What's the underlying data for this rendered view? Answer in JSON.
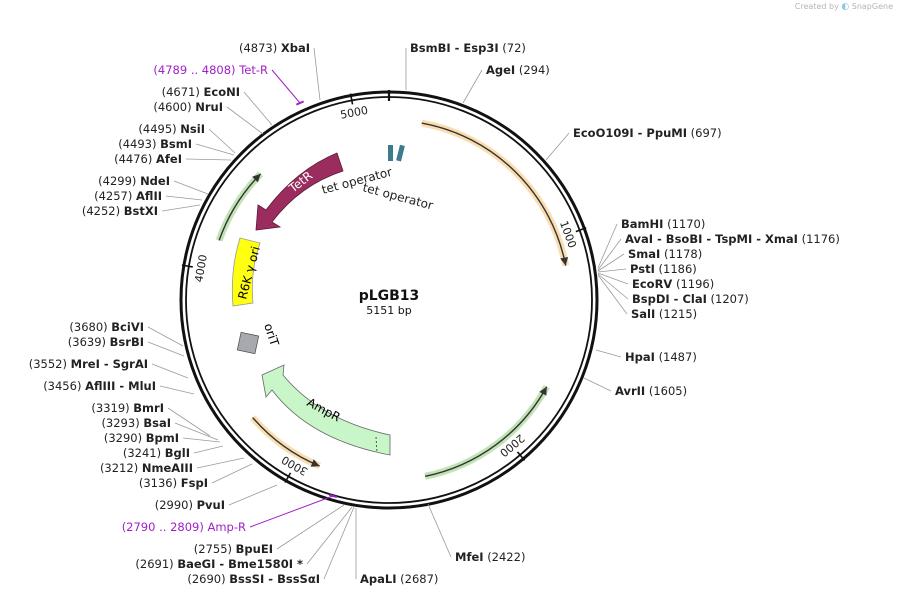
{
  "brand": {
    "created_by": "Created by",
    "app": "SnapGene"
  },
  "plasmid": {
    "name": "pLGB13",
    "size_label": "5151 bp",
    "length": 5151
  },
  "ticks": [
    {
      "label": "1000",
      "pos": 1000
    },
    {
      "label": "2000",
      "pos": 2000
    },
    {
      "label": "3000",
      "pos": 3000
    },
    {
      "label": "4000",
      "pos": 4000
    },
    {
      "label": "5000",
      "pos": 5000
    }
  ],
  "features": [
    {
      "name": "",
      "start": 150,
      "end": 1130,
      "color": "#f0a020",
      "kind": "arc",
      "dir": 1
    },
    {
      "name": "",
      "start": 1700,
      "end": 2410,
      "color": "#4caf2a",
      "kind": "arc",
      "dir": -1
    },
    {
      "name": "",
      "start": 2900,
      "end": 3280,
      "color": "#f0a020",
      "kind": "arc",
      "dir": -1
    },
    {
      "name": "",
      "start": 4140,
      "end": 4500,
      "color": "#4caf2a",
      "kind": "arc",
      "dir": 1
    }
  ],
  "inner_features": [
    {
      "name": "TetR",
      "color": "#9b2d5e",
      "text": "#ffffff"
    },
    {
      "name": "R6K γ ori",
      "color": "#ffff10",
      "text": "#000000"
    },
    {
      "name": "AmpR",
      "color": "#c8f6c8",
      "text": "#000000"
    },
    {
      "name": "oriT",
      "color": "#a8a8b0",
      "text": "#000000"
    },
    {
      "name": "tet operator",
      "color": "#3a7b8c",
      "text": "#000000"
    }
  ],
  "operator_labels": [
    "tet operator",
    "tet operator"
  ],
  "sites": [
    {
      "label": "(4873)",
      "name": "XbaI",
      "side": "left"
    },
    {
      "label": "(4789 .. 4808)",
      "name": "Tet-R",
      "side": "left",
      "primer": true
    },
    {
      "label": "(4671)",
      "name": "EcoNI",
      "side": "left"
    },
    {
      "label": "(4600)",
      "name": "NruI",
      "side": "left"
    },
    {
      "label": "(4495)",
      "name": "NsiI",
      "side": "left"
    },
    {
      "label": "(4493)",
      "name": "BsmI",
      "side": "left"
    },
    {
      "label": "(4476)",
      "name": "AfeI",
      "side": "left"
    },
    {
      "label": "(4299)",
      "name": "NdeI",
      "side": "left"
    },
    {
      "label": "(4257)",
      "name": "AflII",
      "side": "left"
    },
    {
      "label": "(4252)",
      "name": "BstXI",
      "side": "left"
    },
    {
      "label": "(3680)",
      "name": "BciVI",
      "side": "left"
    },
    {
      "label": "(3639)",
      "name": "BsrBI",
      "side": "left"
    },
    {
      "label": "(3552)",
      "name": "MreI - SgrAI",
      "side": "left"
    },
    {
      "label": "(3456)",
      "name": "AflIII - MluI",
      "side": "left"
    },
    {
      "label": "(3319)",
      "name": "BmrI",
      "side": "left"
    },
    {
      "label": "(3293)",
      "name": "BsaI",
      "side": "left"
    },
    {
      "label": "(3290)",
      "name": "BpmI",
      "side": "left"
    },
    {
      "label": "(3241)",
      "name": "BglI",
      "side": "left"
    },
    {
      "label": "(3212)",
      "name": "NmeAIII",
      "side": "left"
    },
    {
      "label": "(3136)",
      "name": "FspI",
      "side": "left"
    },
    {
      "label": "(2990)",
      "name": "PvuI",
      "side": "left"
    },
    {
      "label": "(2790 .. 2809)",
      "name": "Amp-R",
      "side": "left",
      "primer": true
    },
    {
      "label": "(2755)",
      "name": "BpuEI",
      "side": "left"
    },
    {
      "label": "(2691)",
      "name": "BaeGI - Bme1580I *",
      "side": "left"
    },
    {
      "label": "(2690)",
      "name": "BssSI - BssSαI",
      "side": "left"
    },
    {
      "label": "(2687)",
      "name": "ApaLI",
      "side": "left"
    },
    {
      "label": "(2422)",
      "name": "MfeI",
      "side": "right"
    },
    {
      "label": "(72)",
      "name": "BsmBI - Esp3I",
      "side": "right"
    },
    {
      "label": "(294)",
      "name": "AgeI",
      "side": "right"
    },
    {
      "label": "(697)",
      "name": "EcoO109I - PpuMI",
      "side": "right"
    },
    {
      "label": "(1170)",
      "name": "BamHI",
      "side": "right"
    },
    {
      "label": "(1176)",
      "name": "AvaI - BsoBI - TspMI - XmaI",
      "side": "right"
    },
    {
      "label": "(1178)",
      "name": "SmaI",
      "side": "right"
    },
    {
      "label": "(1186)",
      "name": "PstI",
      "side": "right"
    },
    {
      "label": "(1196)",
      "name": "EcoRV",
      "side": "right"
    },
    {
      "label": "(1207)",
      "name": "BspDI - ClaI",
      "side": "right"
    },
    {
      "label": "(1215)",
      "name": "SalI",
      "side": "right"
    },
    {
      "label": "(1487)",
      "name": "HpaI",
      "side": "right"
    },
    {
      "label": "(1605)",
      "name": "AvrII",
      "side": "right"
    }
  ]
}
